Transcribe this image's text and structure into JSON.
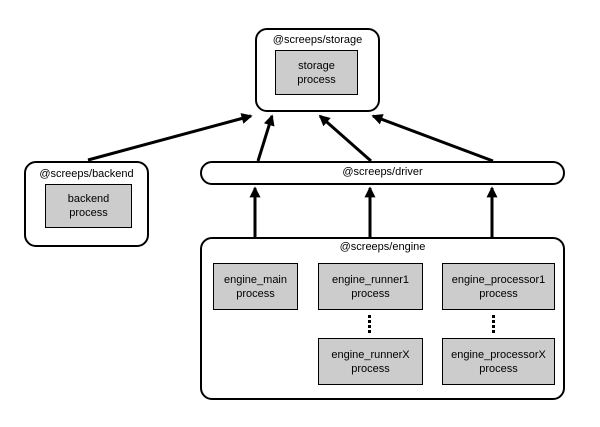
{
  "colors": {
    "background": "#ffffff",
    "node_fill": "#ffffff",
    "process_box_fill": "#cccccc",
    "border": "#000000",
    "arrow": "#000000"
  },
  "nodes": {
    "storage": {
      "label": "@screeps/storage",
      "process": "storage\nprocess"
    },
    "backend": {
      "label": "@screeps/backend",
      "process": "backend\nprocess"
    },
    "driver": {
      "label": "@screeps/driver"
    },
    "engine": {
      "label": "@screeps/engine",
      "processes": {
        "main": "engine_main\nprocess",
        "runner1": "engine_runner1\nprocess",
        "runnerX": "engine_runnerX\nprocess",
        "processor1": "engine_processor1\nprocess",
        "processorX": "engine_processorX\nprocess"
      }
    }
  },
  "edges": [
    {
      "from": "@screeps/backend",
      "to": "@screeps/storage"
    },
    {
      "from": "@screeps/driver (left)",
      "to": "@screeps/storage"
    },
    {
      "from": "@screeps/driver (center)",
      "to": "@screeps/storage"
    },
    {
      "from": "@screeps/driver (right)",
      "to": "@screeps/storage"
    },
    {
      "from": "@screeps/engine (left)",
      "to": "@screeps/driver"
    },
    {
      "from": "@screeps/engine (center)",
      "to": "@screeps/driver"
    },
    {
      "from": "@screeps/engine (right)",
      "to": "@screeps/driver"
    }
  ]
}
